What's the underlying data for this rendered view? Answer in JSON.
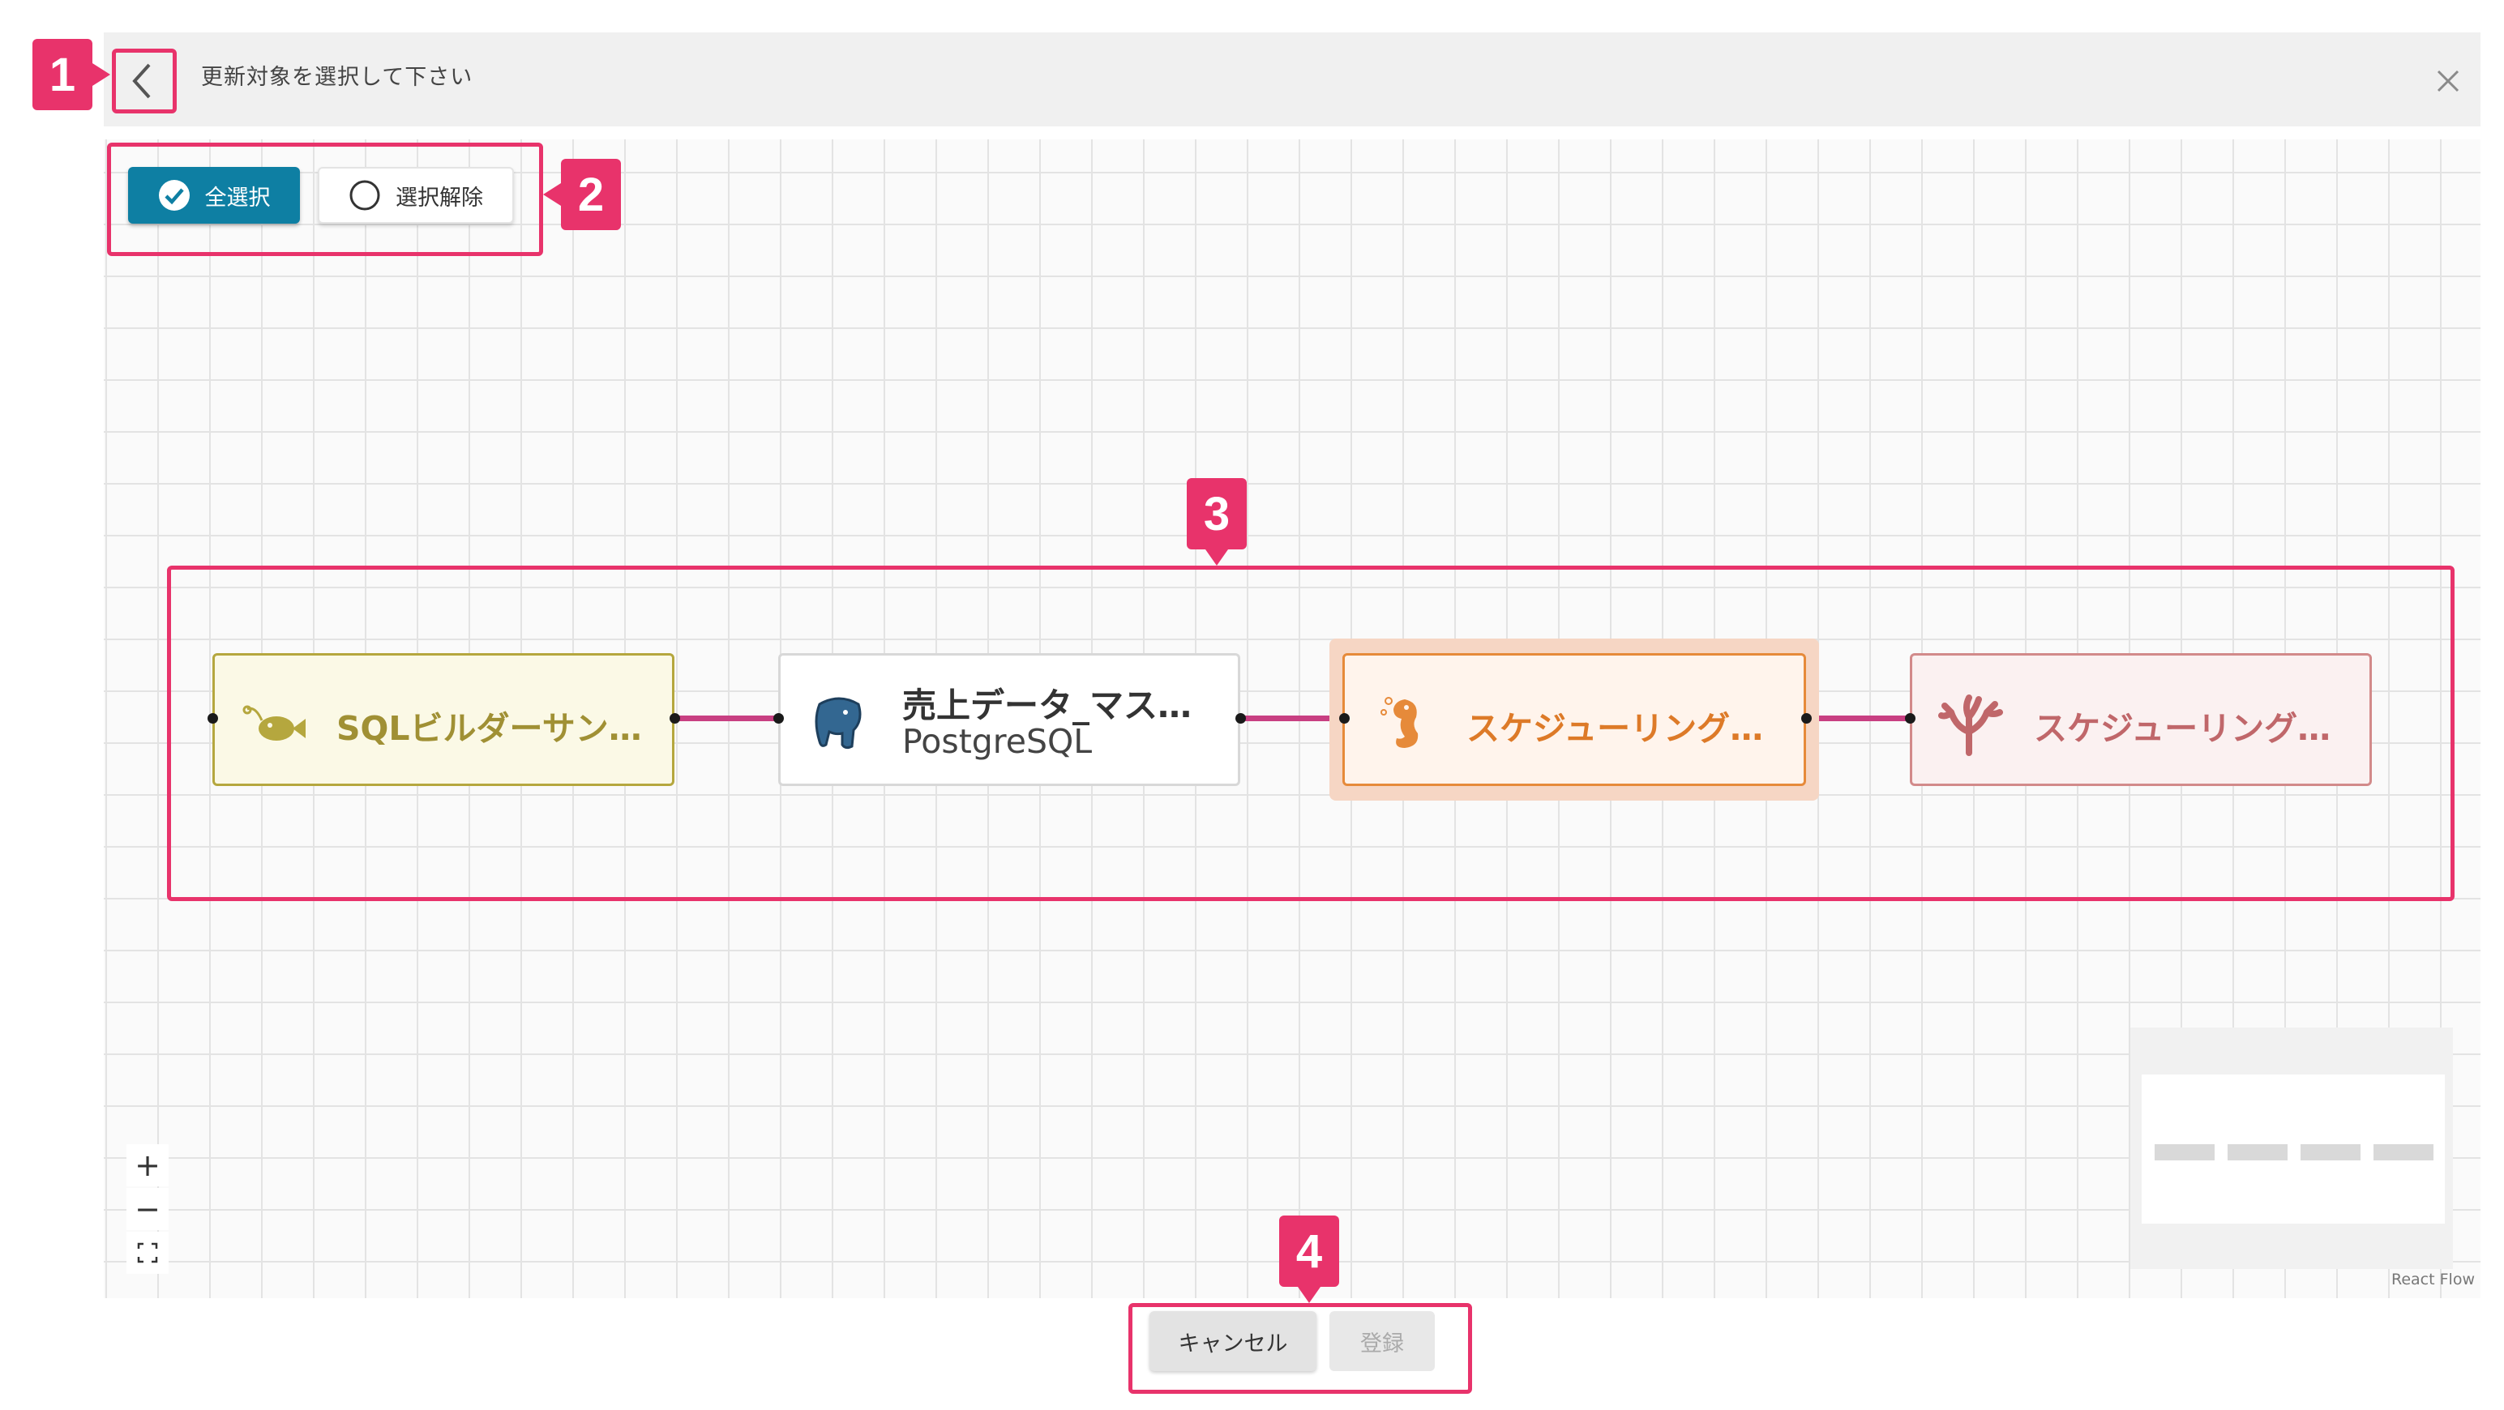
{
  "dialog": {
    "title": "更新対象を選択して下さい",
    "back_icon": "chevron-left-icon",
    "close_icon": "close-icon"
  },
  "toolbar": {
    "select_all_label": "全選択",
    "deselect_label": "選択解除"
  },
  "flow": {
    "nodes": [
      {
        "label": "SQLビルダーサン…",
        "icon": "anglerfish-icon",
        "color": "#b5a73e"
      },
      {
        "label": "売上データ_マス…",
        "sublabel": "PostgreSQL",
        "icon": "postgresql-elephant-icon",
        "color": "#d8d8d8"
      },
      {
        "label": "スケジューリング…",
        "icon": "seahorse-icon",
        "color": "#e68a3a",
        "selected": true
      },
      {
        "label": "スケジューリング…",
        "icon": "coral-icon",
        "color": "#d28a8a"
      }
    ],
    "edge_color": "#c83f82"
  },
  "zoom_controls": {
    "zoom_in": "+",
    "zoom_out": "−"
  },
  "attribution": "React Flow",
  "footer": {
    "cancel_label": "キャンセル",
    "register_label": "登録"
  },
  "annotations": [
    "1",
    "2",
    "3",
    "4"
  ],
  "accent_color": "#0e7fa3",
  "annotation_color": "#e8336b"
}
